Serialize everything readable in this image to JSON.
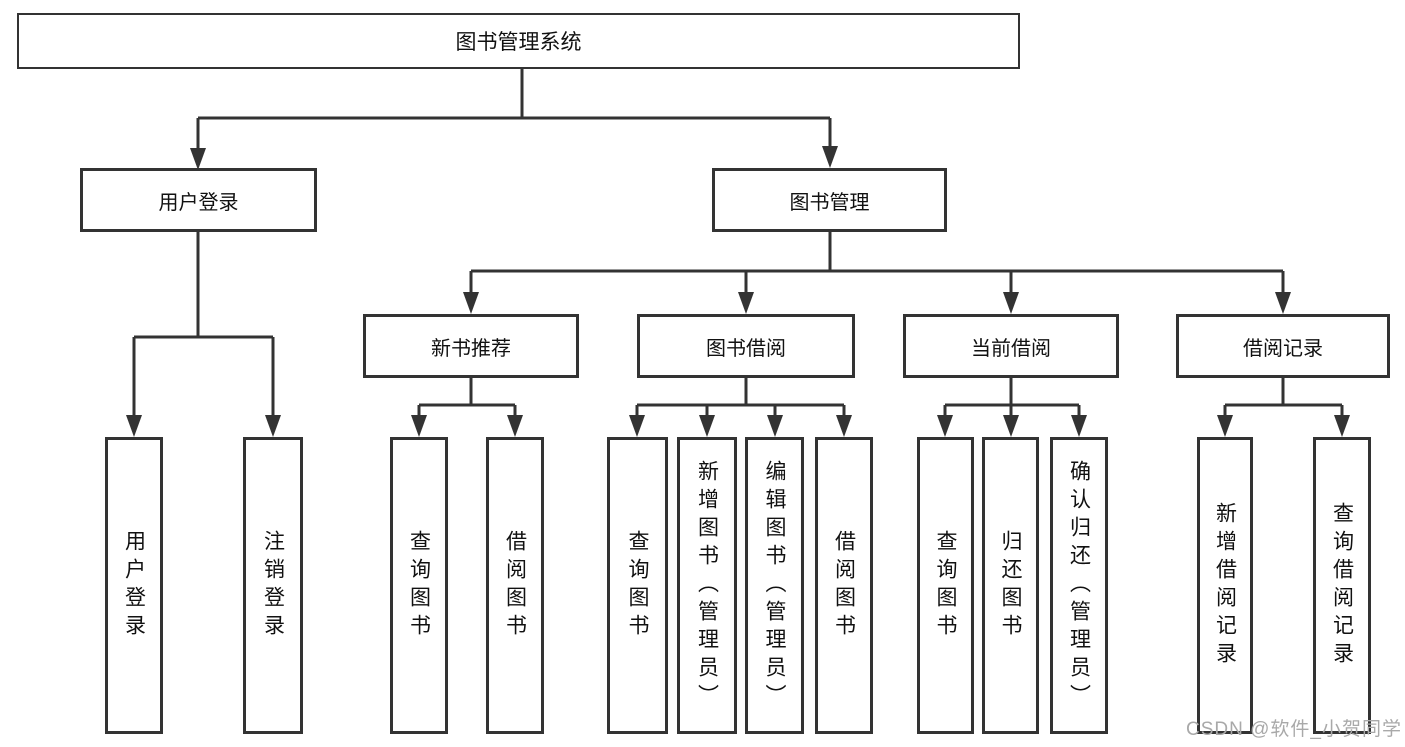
{
  "diagram_title": "图书管理系统",
  "tree": {
    "label": "图书管理系统",
    "children": [
      {
        "label": "用户登录",
        "children": [
          {
            "label": "用户登录"
          },
          {
            "label": "注销登录"
          }
        ]
      },
      {
        "label": "图书管理",
        "children": [
          {
            "label": "新书推荐",
            "children": [
              {
                "label": "查询图书"
              },
              {
                "label": "借阅图书"
              }
            ]
          },
          {
            "label": "图书借阅",
            "children": [
              {
                "label": "查询图书"
              },
              {
                "label": "新增图书（管理员）"
              },
              {
                "label": "编辑图书（管理员）"
              },
              {
                "label": "借阅图书"
              }
            ]
          },
          {
            "label": "当前借阅",
            "children": [
              {
                "label": "查询图书"
              },
              {
                "label": "归还图书"
              },
              {
                "label": "确认归还（管理员）"
              }
            ]
          },
          {
            "label": "借阅记录",
            "children": [
              {
                "label": "新增借阅记录"
              },
              {
                "label": "查询借阅记录"
              }
            ]
          }
        ]
      }
    ]
  },
  "watermark": {
    "text": "CSDN @软件_小贺同学"
  },
  "colors": {
    "line": "#333333",
    "box_border": "#333333",
    "text": "#111111",
    "watermark": "#a9a9a9",
    "background": "#ffffff"
  }
}
